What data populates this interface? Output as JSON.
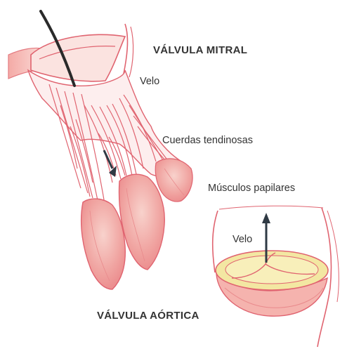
{
  "labels": {
    "mitral_title": "VÁLVULA MITRAL",
    "aortic_title": "VÁLVULA AÓRTICA",
    "velo_mitral": "Velo",
    "cuerdas": "Cuerdas tendinosas",
    "musculos": "Músculos papilares",
    "velo_aortic": "Velo"
  },
  "colors": {
    "tissue_outline": "#e0606a",
    "tissue_fill": "#f6c0bc",
    "cusp_fill": "#f3e7a2",
    "arrow": "#2f3a44",
    "catheter": "#2a2a2a"
  }
}
